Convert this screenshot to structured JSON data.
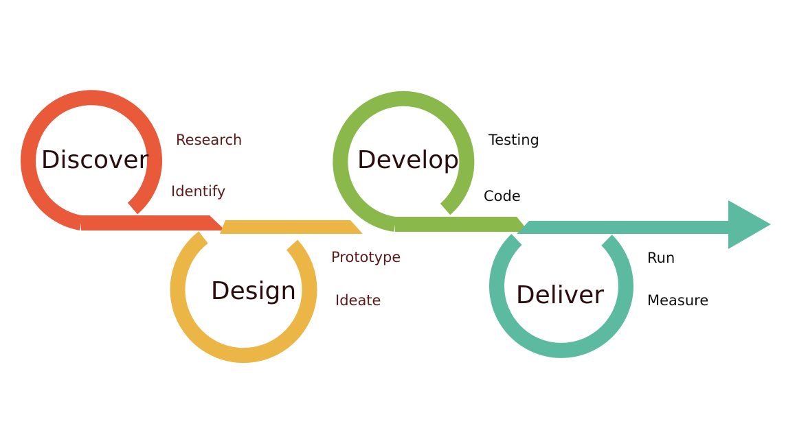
{
  "stages": [
    {
      "key": "discover",
      "title": "Discover",
      "color": "#e85a3a",
      "labels": [
        "Research",
        "Identify"
      ]
    },
    {
      "key": "design",
      "title": "Design",
      "color": "#ecb647",
      "labels": [
        "Prototype",
        "Ideate"
      ]
    },
    {
      "key": "develop",
      "title": "Develop",
      "color": "#8ab84b",
      "labels": [
        "Testing",
        "Code"
      ]
    },
    {
      "key": "deliver",
      "title": "Deliver",
      "color": "#5bbaa0",
      "labels": [
        "Run",
        "Measure"
      ]
    }
  ]
}
